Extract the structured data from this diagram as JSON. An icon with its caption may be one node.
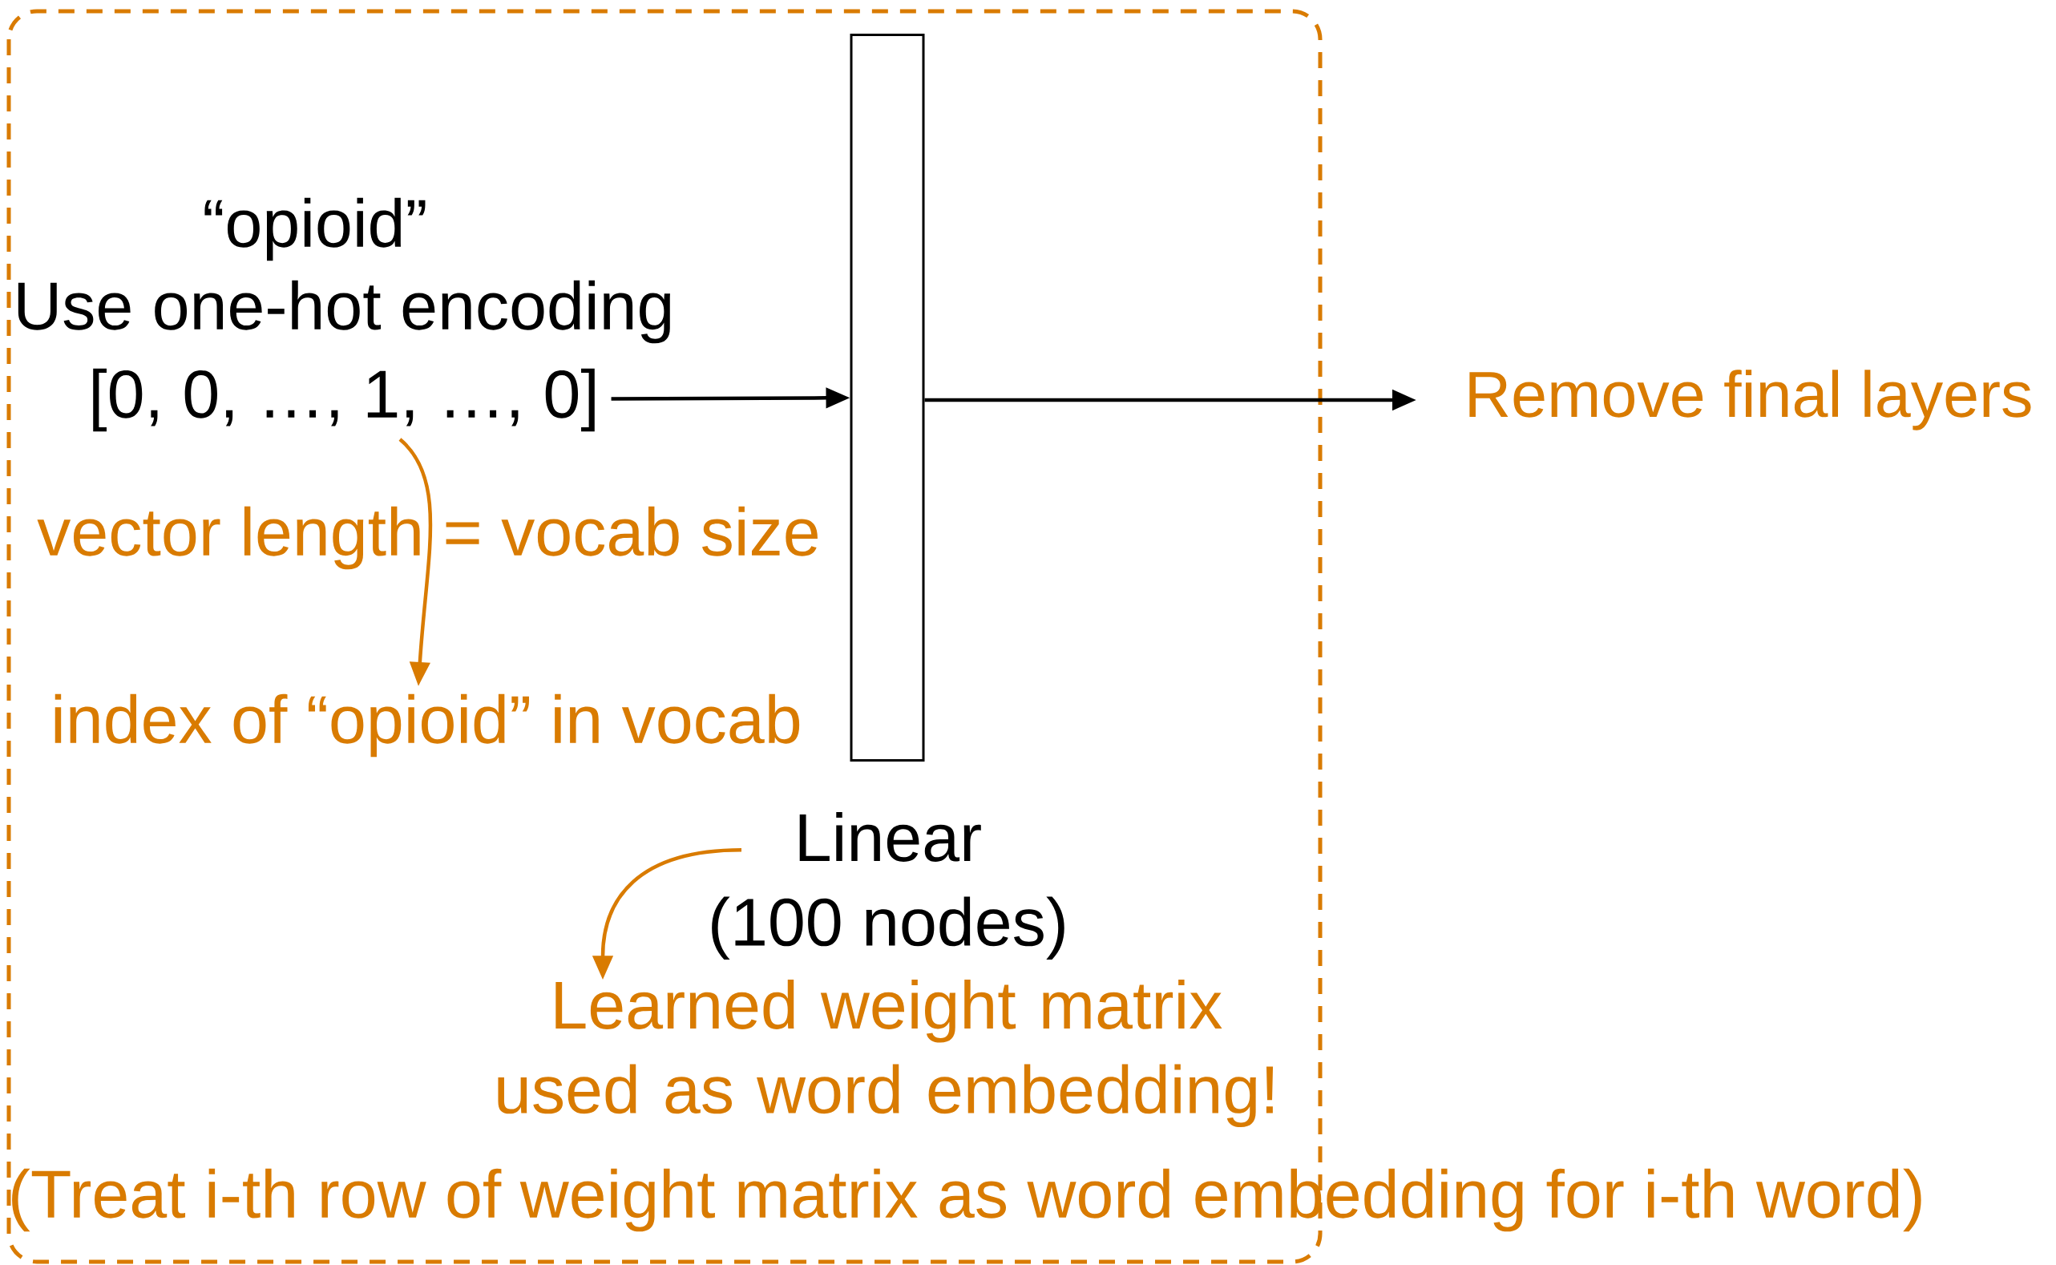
{
  "diagram": {
    "nodes": [
      {
        "text": [
          "[0, 0, …, 1, …, 0]"
        ]
      },
      {
        "text": [],
        "shape": "bar"
      },
      {
        "text": [
          "Remove final layers"
        ]
      },
      {
        "text": [
          "index of “opioid” in vocab"
        ]
      },
      {
        "text": [
          "Linear",
          "(100 nodes)"
        ]
      },
      {
        "text": [
          "Learned weight matrix used as word embedding!"
        ]
      }
    ],
    "edges": [
      {
        "from": 0,
        "to": 1,
        "arrow": "to"
      },
      {
        "from": 1,
        "to": 2,
        "arrow": "to"
      },
      {
        "from": 0,
        "to": 3,
        "arrow": "to",
        "color": "#d97b00"
      },
      {
        "from": 4,
        "to": 5,
        "arrow": "to",
        "color": "#d97b00"
      }
    ],
    "labels": [
      "“opioid”",
      "Use one-hot encoding",
      "vector length = vocab size",
      "(Treat i-th row of weight matrix as word embedding for i-th word)"
    ]
  }
}
